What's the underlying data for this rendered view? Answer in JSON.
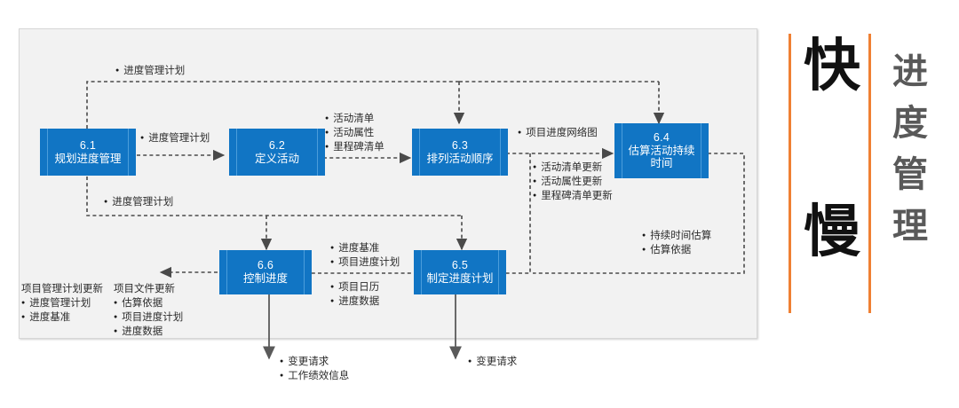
{
  "diagram": {
    "title_panel": {
      "big_chars": [
        "快",
        "慢"
      ],
      "side_title": [
        "进",
        "度",
        "管",
        "理"
      ],
      "accent_color": "#ef8033",
      "side_title_color": "#595959"
    },
    "box_color": "#1175c4",
    "boxes": [
      {
        "id": "6.1",
        "num": "6.1",
        "name": "规划进度管理"
      },
      {
        "id": "6.2",
        "num": "6.2",
        "name": "定义活动"
      },
      {
        "id": "6.3",
        "num": "6.3",
        "name": "排列活动顺序"
      },
      {
        "id": "6.4",
        "num": "6.4",
        "name_line1": "估算活动持续",
        "name_line2": "时间"
      },
      {
        "id": "6.5",
        "num": "6.5",
        "name": "制定进度计划"
      },
      {
        "id": "6.6",
        "num": "6.6",
        "name": "控制进度"
      }
    ],
    "labels": {
      "top_feedback": {
        "items": [
          "进度管理计划"
        ]
      },
      "p61_to_62": {
        "items": [
          "进度管理计划"
        ]
      },
      "p61_down": {
        "items": [
          "进度管理计划"
        ]
      },
      "p62_to_63": {
        "items": [
          "活动清单",
          "活动属性",
          "里程碑清单"
        ]
      },
      "p63_to_64": {
        "items": [
          "项目进度网络图"
        ]
      },
      "p63_down_to_65": {
        "items": [
          "活动清单更新",
          "活动属性更新",
          "里程碑清单更新"
        ]
      },
      "p64_to_65": {
        "items": [
          "持续时间估算",
          "估算依据"
        ]
      },
      "p65_to_66_top": {
        "items": [
          "进度基准",
          "项目进度计划"
        ]
      },
      "p65_to_66_bottom": {
        "items": [
          "项目日历",
          "进度数据"
        ]
      },
      "p66_left_col1": {
        "header": "项目管理计划更新",
        "items": [
          "进度管理计划",
          "进度基准"
        ]
      },
      "p66_left_col2": {
        "header": "项目文件更新",
        "items": [
          "估算依据",
          "项目进度计划",
          "进度数据"
        ]
      },
      "p66_down": {
        "items": [
          "变更请求",
          "工作绩效信息"
        ]
      },
      "p65_down": {
        "items": [
          "变更请求"
        ]
      }
    }
  }
}
